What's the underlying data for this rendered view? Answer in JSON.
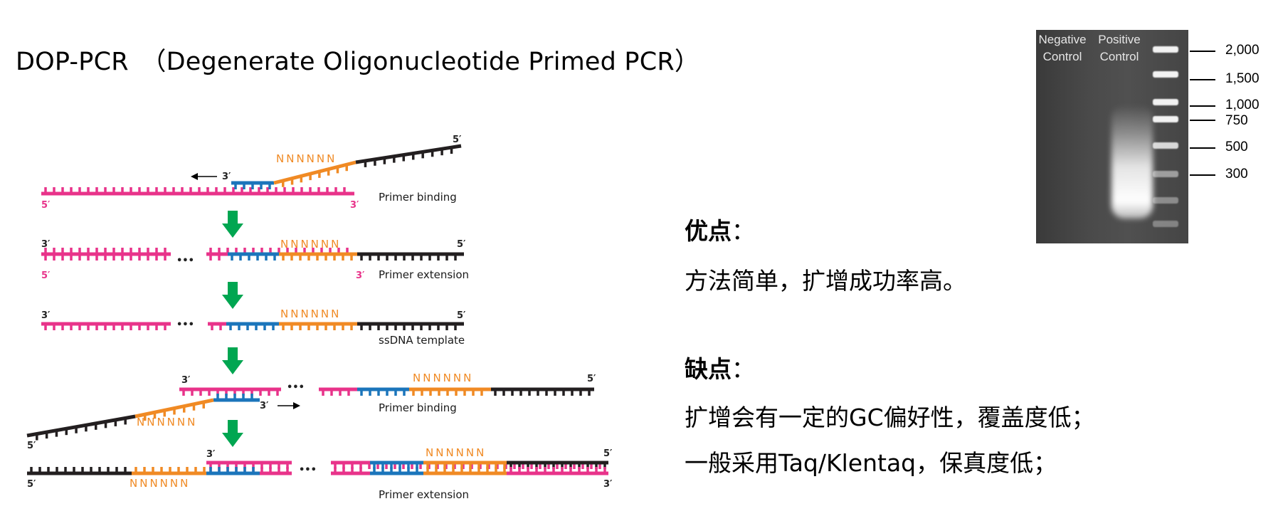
{
  "title": "DOP-PCR　（Degenerate Oligonucleotide Primed PCR）",
  "colors": {
    "template": "#e8338a",
    "primer": "#1b75bb",
    "degenerate": "#f08a24",
    "tail": "#231f20",
    "arrow": "#00a651"
  },
  "diagram": {
    "end_5": "5′",
    "end_3": "3′",
    "degenerate_seq": "NNNNNN",
    "ellipsis": "•••",
    "step_labels": [
      "Primer binding",
      "Primer extension",
      "ssDNA template",
      "Primer binding",
      "Primer extension"
    ]
  },
  "pros": {
    "heading": "优点",
    "colon": "：",
    "lines": [
      "方法简单，扩增成功率高。"
    ]
  },
  "cons": {
    "heading": "缺点",
    "colon": "：",
    "lines": [
      "扩增会有一定的GC偏好性，覆盖度低；",
      "一般采用Taq/Klentaq，保真度低；"
    ]
  },
  "gel": {
    "lanes": [
      "Negative\nControl",
      "Positive\nControl"
    ],
    "lane_negative_l1": "Negative",
    "lane_negative_l2": "Control",
    "lane_positive_l1": "Positive",
    "lane_positive_l2": "Control",
    "ladder": [
      "2,000",
      "1,500",
      "1,000",
      "750",
      "500",
      "300"
    ]
  }
}
